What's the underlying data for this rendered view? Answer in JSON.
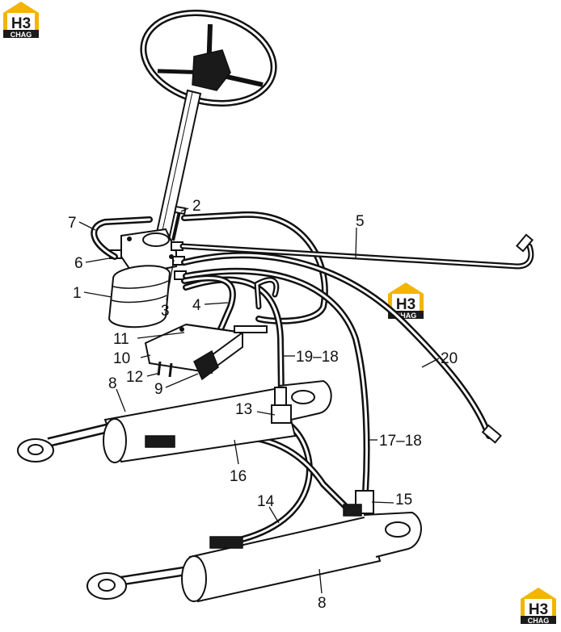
{
  "logo": {
    "letters": "H3",
    "brand": "CHAG",
    "colors": {
      "house": "#f2b500",
      "letters": "#1a1a1a"
    }
  },
  "callouts": [
    {
      "id": "1",
      "text": "1"
    },
    {
      "id": "2",
      "text": "2"
    },
    {
      "id": "3",
      "text": "3"
    },
    {
      "id": "4",
      "text": "4"
    },
    {
      "id": "5",
      "text": "5"
    },
    {
      "id": "6",
      "text": "6"
    },
    {
      "id": "7",
      "text": "7"
    },
    {
      "id": "8a",
      "text": "8"
    },
    {
      "id": "8b",
      "text": "8"
    },
    {
      "id": "9",
      "text": "9"
    },
    {
      "id": "10",
      "text": "10"
    },
    {
      "id": "11",
      "text": "11"
    },
    {
      "id": "12",
      "text": "12"
    },
    {
      "id": "13",
      "text": "13"
    },
    {
      "id": "14",
      "text": "14"
    },
    {
      "id": "15",
      "text": "15"
    },
    {
      "id": "16",
      "text": "16"
    },
    {
      "id": "17-18",
      "text": "17–18"
    },
    {
      "id": "19-18",
      "text": "19–18"
    },
    {
      "id": "20",
      "text": "20"
    }
  ]
}
